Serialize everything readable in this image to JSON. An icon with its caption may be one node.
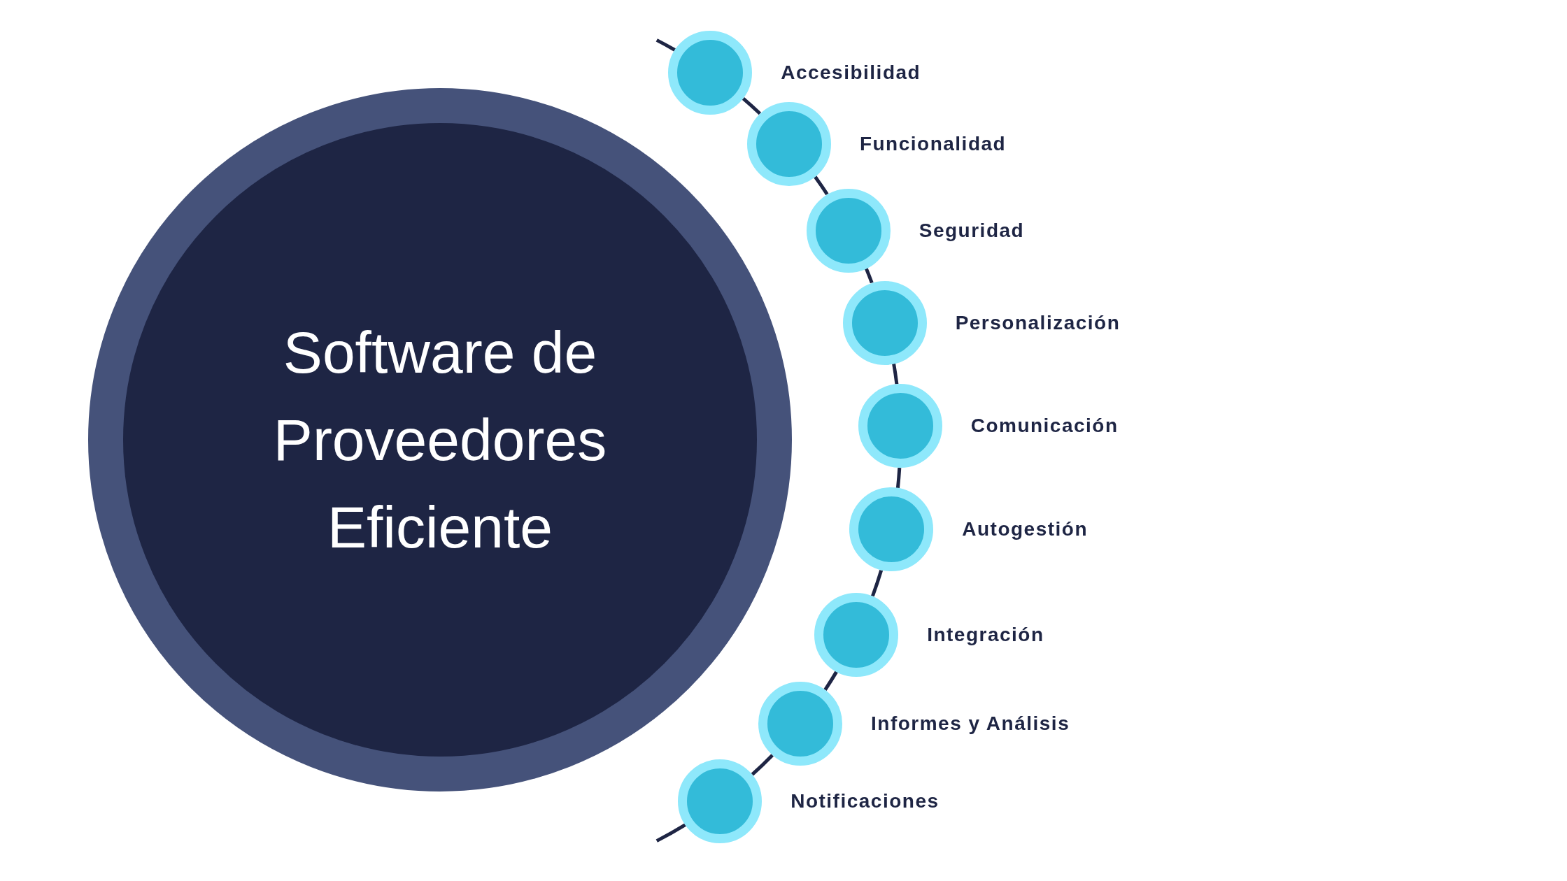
{
  "diagram": {
    "nodes": [
      {
        "text": [
          "Software de Proveedores Eficiente"
        ]
      },
      {
        "text": [],
        "shape": "circle",
        "beside": [
          "Accesibilidad"
        ]
      },
      {
        "text": [],
        "shape": "circle",
        "beside": [
          "Funcionalidad"
        ]
      },
      {
        "text": [],
        "shape": "circle",
        "beside": [
          "Seguridad"
        ]
      },
      {
        "text": [],
        "shape": "circle",
        "beside": [
          "Personalización"
        ]
      },
      {
        "text": [],
        "shape": "circle",
        "beside": [
          "Comunicación"
        ]
      },
      {
        "text": [],
        "shape": "circle",
        "beside": [
          "Autogestión"
        ]
      },
      {
        "text": [],
        "shape": "circle",
        "beside": [
          "Integración"
        ]
      },
      {
        "text": [],
        "shape": "circle",
        "beside": [
          "Informes y Análisis"
        ]
      },
      {
        "text": [],
        "shape": "circle",
        "beside": [
          "Notificaciones"
        ]
      }
    ],
    "edges": [
      {
        "from": null,
        "to": 1,
        "arrow": "none"
      },
      {
        "from": 1,
        "to": 2,
        "arrow": "none"
      },
      {
        "from": 2,
        "to": 3,
        "arrow": "none"
      },
      {
        "from": 3,
        "to": 4,
        "arrow": "none"
      },
      {
        "from": 4,
        "to": 5,
        "arrow": "none"
      },
      {
        "from": 5,
        "to": 6,
        "arrow": "none"
      },
      {
        "from": 6,
        "to": 7,
        "arrow": "none"
      },
      {
        "from": 7,
        "to": 8,
        "arrow": "none"
      },
      {
        "from": 8,
        "to": 9,
        "arrow": "none"
      },
      {
        "from": 9,
        "to": null,
        "arrow": "none"
      }
    ]
  }
}
